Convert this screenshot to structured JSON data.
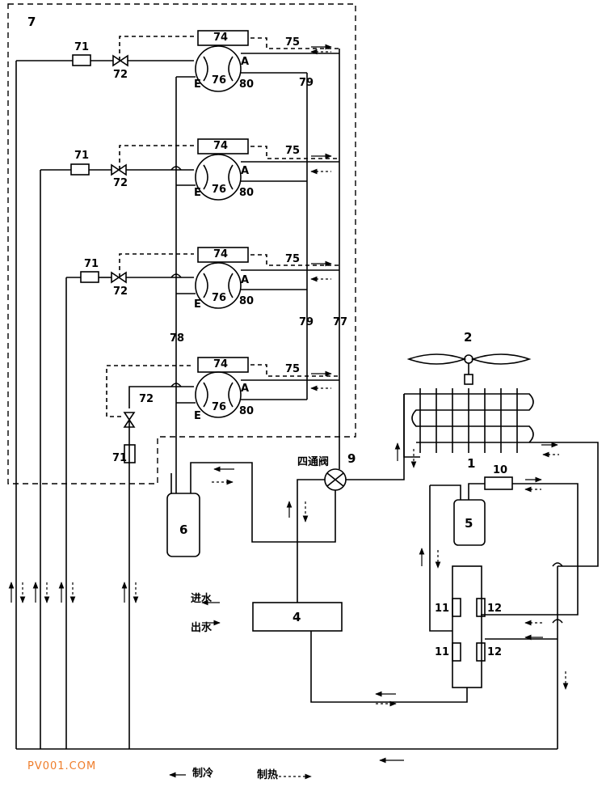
{
  "frame_label": "7",
  "components": {
    "filter": "71",
    "valve": "72",
    "box": "74",
    "port": "75",
    "compressor": "76",
    "pipe_a": "78",
    "pipe_b": "79",
    "pipe_c": "77",
    "pipe_d": "80",
    "port_a": "A",
    "port_e": "E",
    "fan": "2",
    "condenser": "1",
    "four_way_valve": "四通阀",
    "four_way_num": "9",
    "tank6": "6",
    "tank5": "5",
    "heat_exchanger": "4",
    "expansion": "10",
    "check_valve": "11",
    "solenoid": "12"
  },
  "water": {
    "inlet": "进水",
    "outlet": "出水"
  },
  "legend": {
    "cooling": "制冷",
    "heating": "制热"
  },
  "watermark": "PV001.COM",
  "colors": {
    "line": "#000000",
    "watermark": "#ef7d2a"
  }
}
